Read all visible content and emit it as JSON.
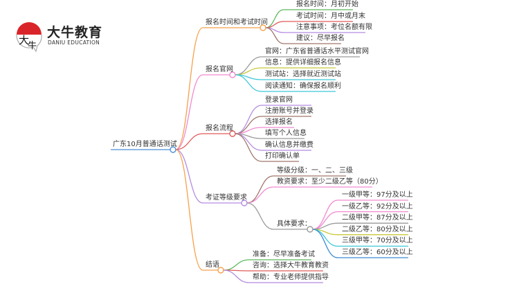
{
  "logo": {
    "title": "大牛教育",
    "subtitle": "DANIU EDUCATION",
    "mark": "大牛"
  },
  "root": {
    "label": "广东10月普通话测试",
    "color": "#4a8fd6"
  },
  "branches": [
    {
      "label": "报名时间和考试时间",
      "color": "#f7a04b",
      "children": [
        {
          "label": "报名时间：月初开始",
          "color": "#5cb85c"
        },
        {
          "label": "考试时间：月中或月末",
          "color": "#e05a5a"
        },
        {
          "label": "注意事项：考位名额有限",
          "color": "#b58be0"
        },
        {
          "label": "建议：尽早报名",
          "color": "#a0766a"
        }
      ]
    },
    {
      "label": "报名官网",
      "color": "#f08ad0",
      "children": [
        {
          "label": "官网：广东省普通话水平测试官网",
          "color": "#9a9a9a"
        },
        {
          "label": "信息：提供详细报名信息",
          "color": "#c8c83a"
        },
        {
          "label": "测试站：选择就近测试站",
          "color": "#3ec8d8"
        },
        {
          "label": "阅读通知：确保报名顺利",
          "color": "#3ec8d8"
        }
      ]
    },
    {
      "label": "报名流程",
      "color": "#e05a5a",
      "children": [
        {
          "label": "登录官网",
          "color": "#b58be0"
        },
        {
          "label": "注册账号并登录",
          "color": "#a0766a"
        },
        {
          "label": "选择报名",
          "color": "#f08ad0"
        },
        {
          "label": "填写个人信息",
          "color": "#9a9a9a"
        },
        {
          "label": "确认信息并缴费",
          "color": "#b58be0"
        },
        {
          "label": "打印确认单",
          "color": "#a0766a"
        }
      ]
    },
    {
      "label": "考证等级要求",
      "color": "#b58be0",
      "children": [
        {
          "label": "等级分级：一、二、三级",
          "color": "#a0766a"
        },
        {
          "label": "教资要求：至少二级乙等（80分）",
          "color": "#f08ad0"
        },
        {
          "label": "具体要求：",
          "color": "#9a9a9a",
          "children": [
            {
              "label": "一级甲等：97分及以上",
              "color": "#f08ad0"
            },
            {
              "label": "一级乙等：92分及以上",
              "color": "#f08ad0"
            },
            {
              "label": "二级甲等：87分及以上",
              "color": "#9a9a9a"
            },
            {
              "label": "二级乙等：80分及以上",
              "color": "#c8c83a"
            },
            {
              "label": "三级甲等：70分及以上",
              "color": "#3ec8d8"
            },
            {
              "label": "三级乙等：60分及以上",
              "color": "#3a8ad0"
            }
          ]
        }
      ]
    },
    {
      "label": "结语",
      "color": "#f7a04b",
      "children": [
        {
          "label": "准备：尽早准备考试",
          "color": "#5cb85c"
        },
        {
          "label": "咨询：选择大牛教育教资",
          "color": "#e05a5a"
        },
        {
          "label": "帮助：专业老师提供指导",
          "color": "#b58be0"
        }
      ]
    }
  ]
}
